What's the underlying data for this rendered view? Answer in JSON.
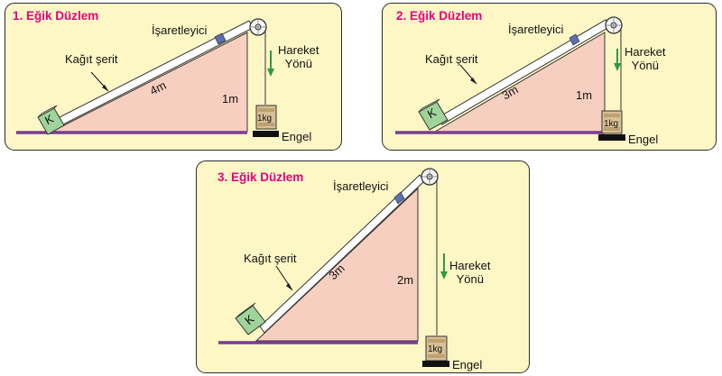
{
  "panels": [
    {
      "title": "1. Eğik Düzlem",
      "paper_strip_label": "Kağıt şerit",
      "marker_label": "İşaretleyici",
      "length_label": "4m",
      "height_label": "1m",
      "block_label": "K",
      "weight_label": "1kg",
      "direction_label_line1": "Hareket",
      "direction_label_line2": "Yönü",
      "stopper_label": "Engel"
    },
    {
      "title": "2. Eğik Düzlem",
      "paper_strip_label": "Kağıt şerit",
      "marker_label": "İşaretleyici",
      "length_label": "3m",
      "height_label": "1m",
      "block_label": "K",
      "weight_label": "1kg",
      "direction_label_line1": "Hareket",
      "direction_label_line2": "Yönü",
      "stopper_label": "Engel"
    },
    {
      "title": "3. Eğik Düzlem",
      "paper_strip_label": "Kağıt şerit",
      "marker_label": "İşaretleyici",
      "length_label": "3m",
      "height_label": "2m",
      "block_label": "K",
      "weight_label": "1kg",
      "direction_label_line1": "Hareket",
      "direction_label_line2": "Yönü",
      "stopper_label": "Engel"
    }
  ],
  "colors": {
    "panel_background": "#fdf7c6",
    "ramp_fill": "#f7cfc0",
    "floor": "#7a3d8f",
    "title": "#e6007e",
    "block": "#9fd49a",
    "marker": "#5b6fb5",
    "arrow": "#2e9b3e"
  }
}
